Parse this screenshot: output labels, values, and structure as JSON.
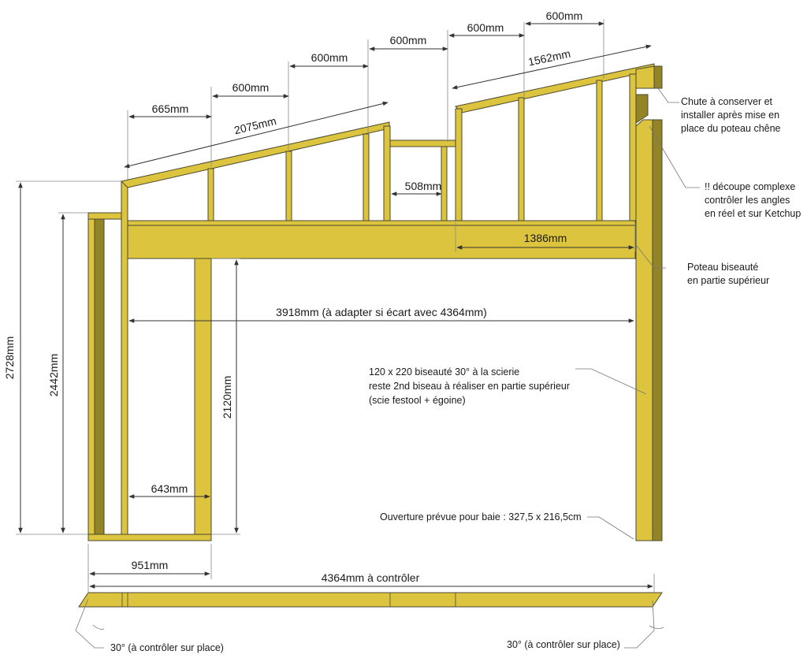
{
  "dimensions": {
    "d665": "665mm",
    "d600a": "600mm",
    "d600b": "600mm",
    "d600c": "600mm",
    "d600d": "600mm",
    "d600e": "600mm",
    "d2075": "2075mm",
    "d1562": "1562mm",
    "d508": "508mm",
    "d1386": "1386mm",
    "d3918": "3918mm (à adapter si écart avec 4364mm)",
    "d2728": "2728mm",
    "d2442": "2442mm",
    "d2120": "2120mm",
    "d643": "643mm",
    "d951": "951mm",
    "d4364": "4364mm à contrôler"
  },
  "annotations": {
    "chute": [
      "Chute à conserver et",
      "installer après mise en",
      "place du poteau chêne"
    ],
    "decoupe": [
      "!! découpe complexe",
      "contrôler les angles",
      "en réel et sur Ketchup"
    ],
    "poteau": [
      "Poteau biseauté",
      "en partie supérieur"
    ],
    "bevel": [
      "120 x 220 biseauté 30° à la scierie",
      "reste 2nd biseau à réaliser en partie supérieur",
      "(scie festool + égoine)"
    ],
    "ouverture": "Ouverture prévue pour baie : 327,5 x 216,5cm",
    "angle_left": "30° (à contrôler sur place)",
    "angle_right": "30° (à contrôler sur place)"
  },
  "colors": {
    "wood": "#dcc43e",
    "wood_shadow": "#948428",
    "outline": "#4a4a30"
  }
}
